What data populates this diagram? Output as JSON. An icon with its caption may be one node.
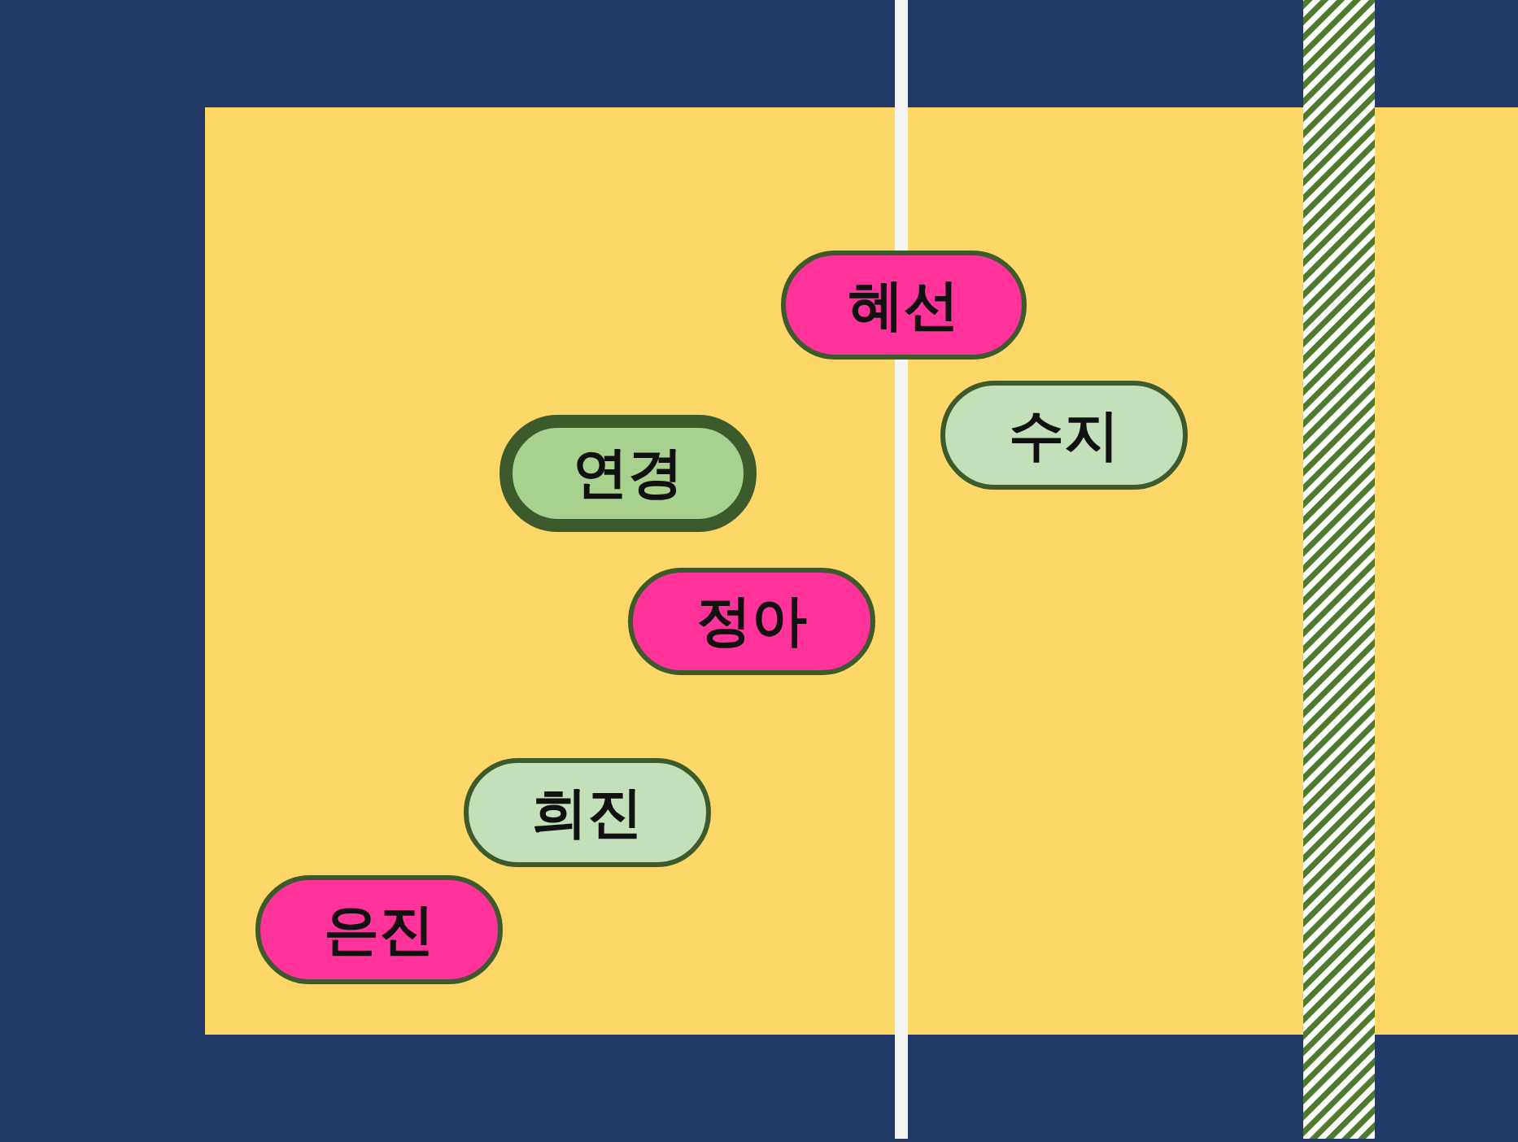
{
  "diagram": {
    "nodes": [
      {
        "text": [
          "혜선"
        ]
      },
      {
        "text": [
          "수지"
        ]
      },
      {
        "text": [
          "연경"
        ]
      },
      {
        "text": [
          "정아"
        ]
      },
      {
        "text": [
          "희진"
        ]
      },
      {
        "text": [
          "은진"
        ]
      }
    ]
  }
}
